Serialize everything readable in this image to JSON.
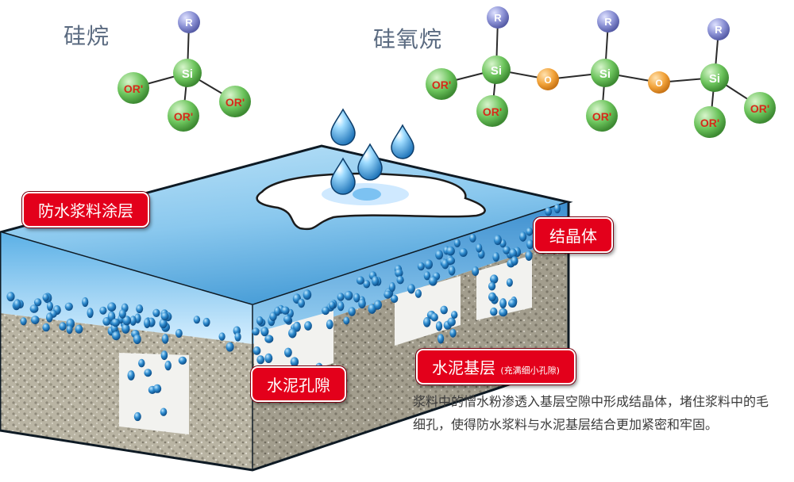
{
  "molecule_labels": {
    "silane": "硅烷",
    "siloxane": "硅氧烷"
  },
  "atoms": {
    "r": "R",
    "si": "Si",
    "o": "O",
    "or": "OR'"
  },
  "tags": {
    "coating": "防水浆料涂层",
    "crystal": "结晶体",
    "pores": "水泥孔隙",
    "base": "水泥基层",
    "base_note": "(充满细小孔隙)"
  },
  "description": "浆料中的憎水粉渗透入基层空隙中形成结晶体，堵住浆料中的毛细孔，使得防水浆料与水泥基层结合更加紧密和牢固。",
  "colors": {
    "tag_red": "#e3001b",
    "water_blue": "#5aa6dc",
    "concrete": "#b7b09c",
    "si_green": "#7ccf6a",
    "o_orange": "#f2a33a",
    "r_purple": "#7f86c9"
  }
}
